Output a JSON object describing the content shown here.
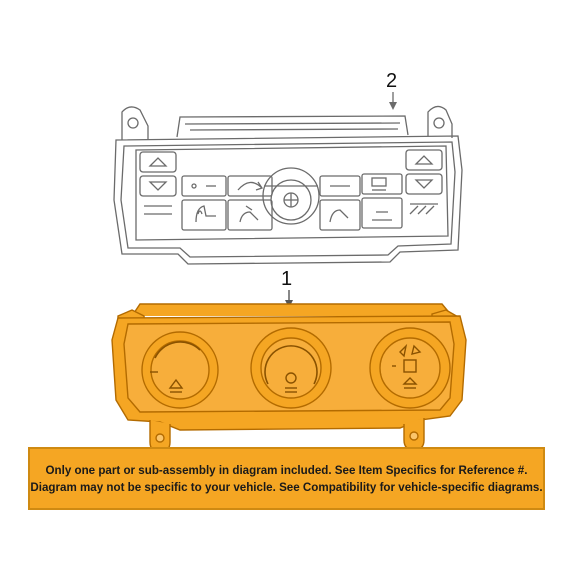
{
  "diagram": {
    "callouts": {
      "part_2": "2",
      "part_1": "1"
    },
    "colors": {
      "highlight": "#f5a623",
      "highlight_edge": "#b36b00",
      "linework": "#6b6b6b"
    },
    "upper_unit": {
      "icons": [
        "up-arrow-icon",
        "down-arrow-icon",
        "recirculation-icon",
        "defrost-icon",
        "seat-heat-icon",
        "fan-icon"
      ]
    },
    "lower_unit": {
      "knobs": [
        "temperature-knob",
        "fan-speed-knob",
        "mode-knob"
      ]
    }
  },
  "disclaimer": {
    "line1": "Only one part or sub-assembly in diagram included. See Item Specifics for Reference #.",
    "line2": "Diagram may not be specific to your vehicle. See Compatibility for vehicle-specific diagrams."
  }
}
